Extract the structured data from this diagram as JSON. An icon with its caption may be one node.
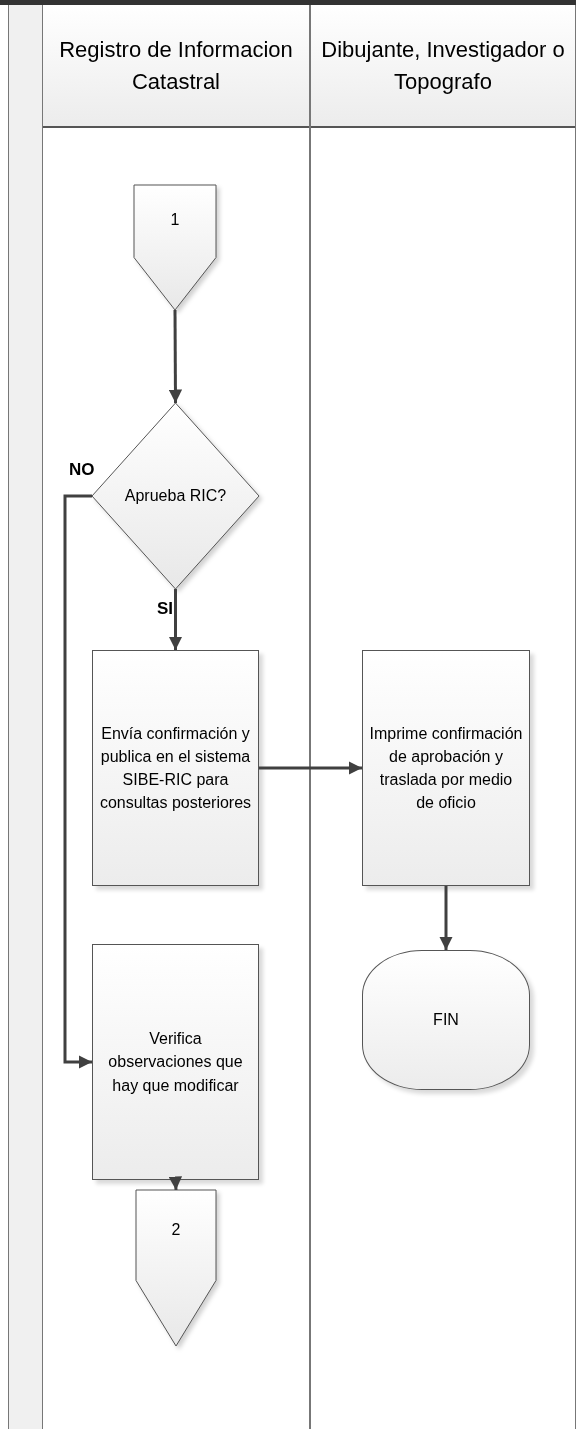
{
  "diagram": {
    "nodes": [
      {
        "text": [
          "Registro de Informacion Catastral"
        ]
      },
      {
        "text": [
          "Dibujante, Investigador o Topografo"
        ]
      },
      {
        "text": [
          "1"
        ],
        "in": 0
      },
      {
        "text": [
          "Aprueba RIC?"
        ],
        "in": 0
      },
      {
        "text": [
          "Envía confirmación y publica en el sistema SIBE-RIC para consultas posteriores"
        ],
        "in": 0
      },
      {
        "text": [
          "Imprime confirmación de aprobación y traslada por medio de oficio"
        ],
        "in": 1
      },
      {
        "text": [
          "Verifica observaciones que hay que modificar"
        ],
        "in": 0
      },
      {
        "text": [
          "FIN"
        ],
        "in": 1
      },
      {
        "text": [
          "2"
        ],
        "in": 0
      }
    ],
    "edges": [
      {
        "from": 2,
        "to": 3,
        "arrow": "to"
      },
      {
        "from": 3,
        "to": 4,
        "arrow": "to",
        "label": "SI"
      },
      {
        "from": 3,
        "to": 6,
        "arrow": "to",
        "label": "NO"
      },
      {
        "from": 4,
        "to": 5,
        "arrow": "to"
      },
      {
        "from": 5,
        "to": 7,
        "arrow": "to"
      },
      {
        "from": 6,
        "to": 8,
        "arrow": "to"
      }
    ]
  }
}
